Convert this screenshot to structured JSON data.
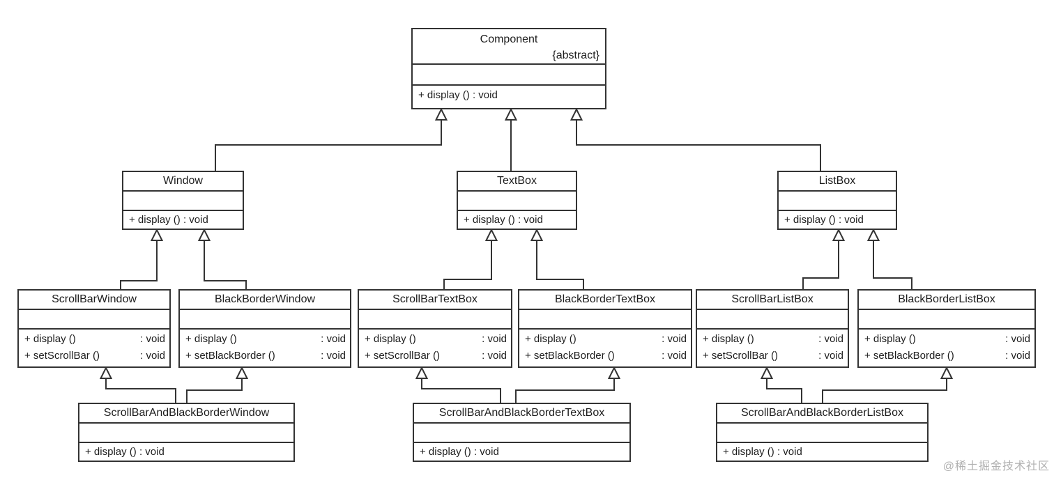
{
  "watermark": "@稀土掘金技术社区",
  "colors": {
    "line": "#333333",
    "text": "#1d1d1d",
    "background": "#ffffff",
    "watermark": "#b0b0b0"
  },
  "diagram_type": "uml-class-diagram",
  "classes": {
    "component": {
      "name": "Component",
      "stereotype": "{abstract}",
      "attributes": [],
      "operations": [
        {
          "text": "+ display () : void"
        }
      ]
    },
    "window": {
      "name": "Window",
      "attributes": [],
      "operations": [
        {
          "text": "+ display () : void"
        }
      ]
    },
    "textBox": {
      "name": "TextBox",
      "attributes": [],
      "operations": [
        {
          "text": "+ display () : void"
        }
      ]
    },
    "listBox": {
      "name": "ListBox",
      "attributes": [],
      "operations": [
        {
          "text": "+ display () : void"
        }
      ]
    },
    "scrollBarWindow": {
      "name": "ScrollBarWindow",
      "attributes": [],
      "operations": [
        {
          "name": "+ display ()",
          "type": ": void"
        },
        {
          "name": "+ setScrollBar ()",
          "type": ": void"
        }
      ]
    },
    "blackBorderWindow": {
      "name": "BlackBorderWindow",
      "attributes": [],
      "operations": [
        {
          "name": "+ display ()",
          "type": ": void"
        },
        {
          "name": "+ setBlackBorder ()",
          "type": ": void"
        }
      ]
    },
    "scrollBarTextBox": {
      "name": "ScrollBarTextBox",
      "attributes": [],
      "operations": [
        {
          "name": "+ display ()",
          "type": ": void"
        },
        {
          "name": "+ setScrollBar ()",
          "type": ": void"
        }
      ]
    },
    "blackBorderTextBox": {
      "name": "BlackBorderTextBox",
      "attributes": [],
      "operations": [
        {
          "name": "+ display ()",
          "type": ": void"
        },
        {
          "name": "+ setBlackBorder ()",
          "type": ": void"
        }
      ]
    },
    "scrollBarListBox": {
      "name": "ScrollBarListBox",
      "attributes": [],
      "operations": [
        {
          "name": "+ display ()",
          "type": ": void"
        },
        {
          "name": "+ setScrollBar ()",
          "type": ": void"
        }
      ]
    },
    "blackBorderListBox": {
      "name": "BlackBorderListBox",
      "attributes": [],
      "operations": [
        {
          "name": "+ display ()",
          "type": ": void"
        },
        {
          "name": "+ setBlackBorder ()",
          "type": ": void"
        }
      ]
    },
    "scrollBarAndBlackBorderWindow": {
      "name": "ScrollBarAndBlackBorderWindow",
      "attributes": [],
      "operations": [
        {
          "text": "+ display () : void"
        }
      ]
    },
    "scrollBarAndBlackBorderTextBox": {
      "name": "ScrollBarAndBlackBorderTextBox",
      "attributes": [],
      "operations": [
        {
          "text": "+ display () : void"
        }
      ]
    },
    "scrollBarAndBlackBorderListBox": {
      "name": "ScrollBarAndBlackBorderListBox",
      "attributes": [],
      "operations": [
        {
          "text": "+ display () : void"
        }
      ]
    }
  },
  "relations": [
    {
      "child": "Window",
      "parent": "Component",
      "type": "generalization"
    },
    {
      "child": "TextBox",
      "parent": "Component",
      "type": "generalization"
    },
    {
      "child": "ListBox",
      "parent": "Component",
      "type": "generalization"
    },
    {
      "child": "ScrollBarWindow",
      "parent": "Window",
      "type": "generalization"
    },
    {
      "child": "BlackBorderWindow",
      "parent": "Window",
      "type": "generalization"
    },
    {
      "child": "ScrollBarTextBox",
      "parent": "TextBox",
      "type": "generalization"
    },
    {
      "child": "BlackBorderTextBox",
      "parent": "TextBox",
      "type": "generalization"
    },
    {
      "child": "ScrollBarListBox",
      "parent": "ListBox",
      "type": "generalization"
    },
    {
      "child": "BlackBorderListBox",
      "parent": "ListBox",
      "type": "generalization"
    },
    {
      "child": "ScrollBarAndBlackBorderWindow",
      "parent": "ScrollBarWindow",
      "type": "generalization"
    },
    {
      "child": "ScrollBarAndBlackBorderWindow",
      "parent": "BlackBorderWindow",
      "type": "generalization"
    },
    {
      "child": "ScrollBarAndBlackBorderTextBox",
      "parent": "ScrollBarTextBox",
      "type": "generalization"
    },
    {
      "child": "ScrollBarAndBlackBorderTextBox",
      "parent": "BlackBorderTextBox",
      "type": "generalization"
    },
    {
      "child": "ScrollBarAndBlackBorderListBox",
      "parent": "ScrollBarListBox",
      "type": "generalization"
    },
    {
      "child": "ScrollBarAndBlackBorderListBox",
      "parent": "BlackBorderListBox",
      "type": "generalization"
    }
  ]
}
